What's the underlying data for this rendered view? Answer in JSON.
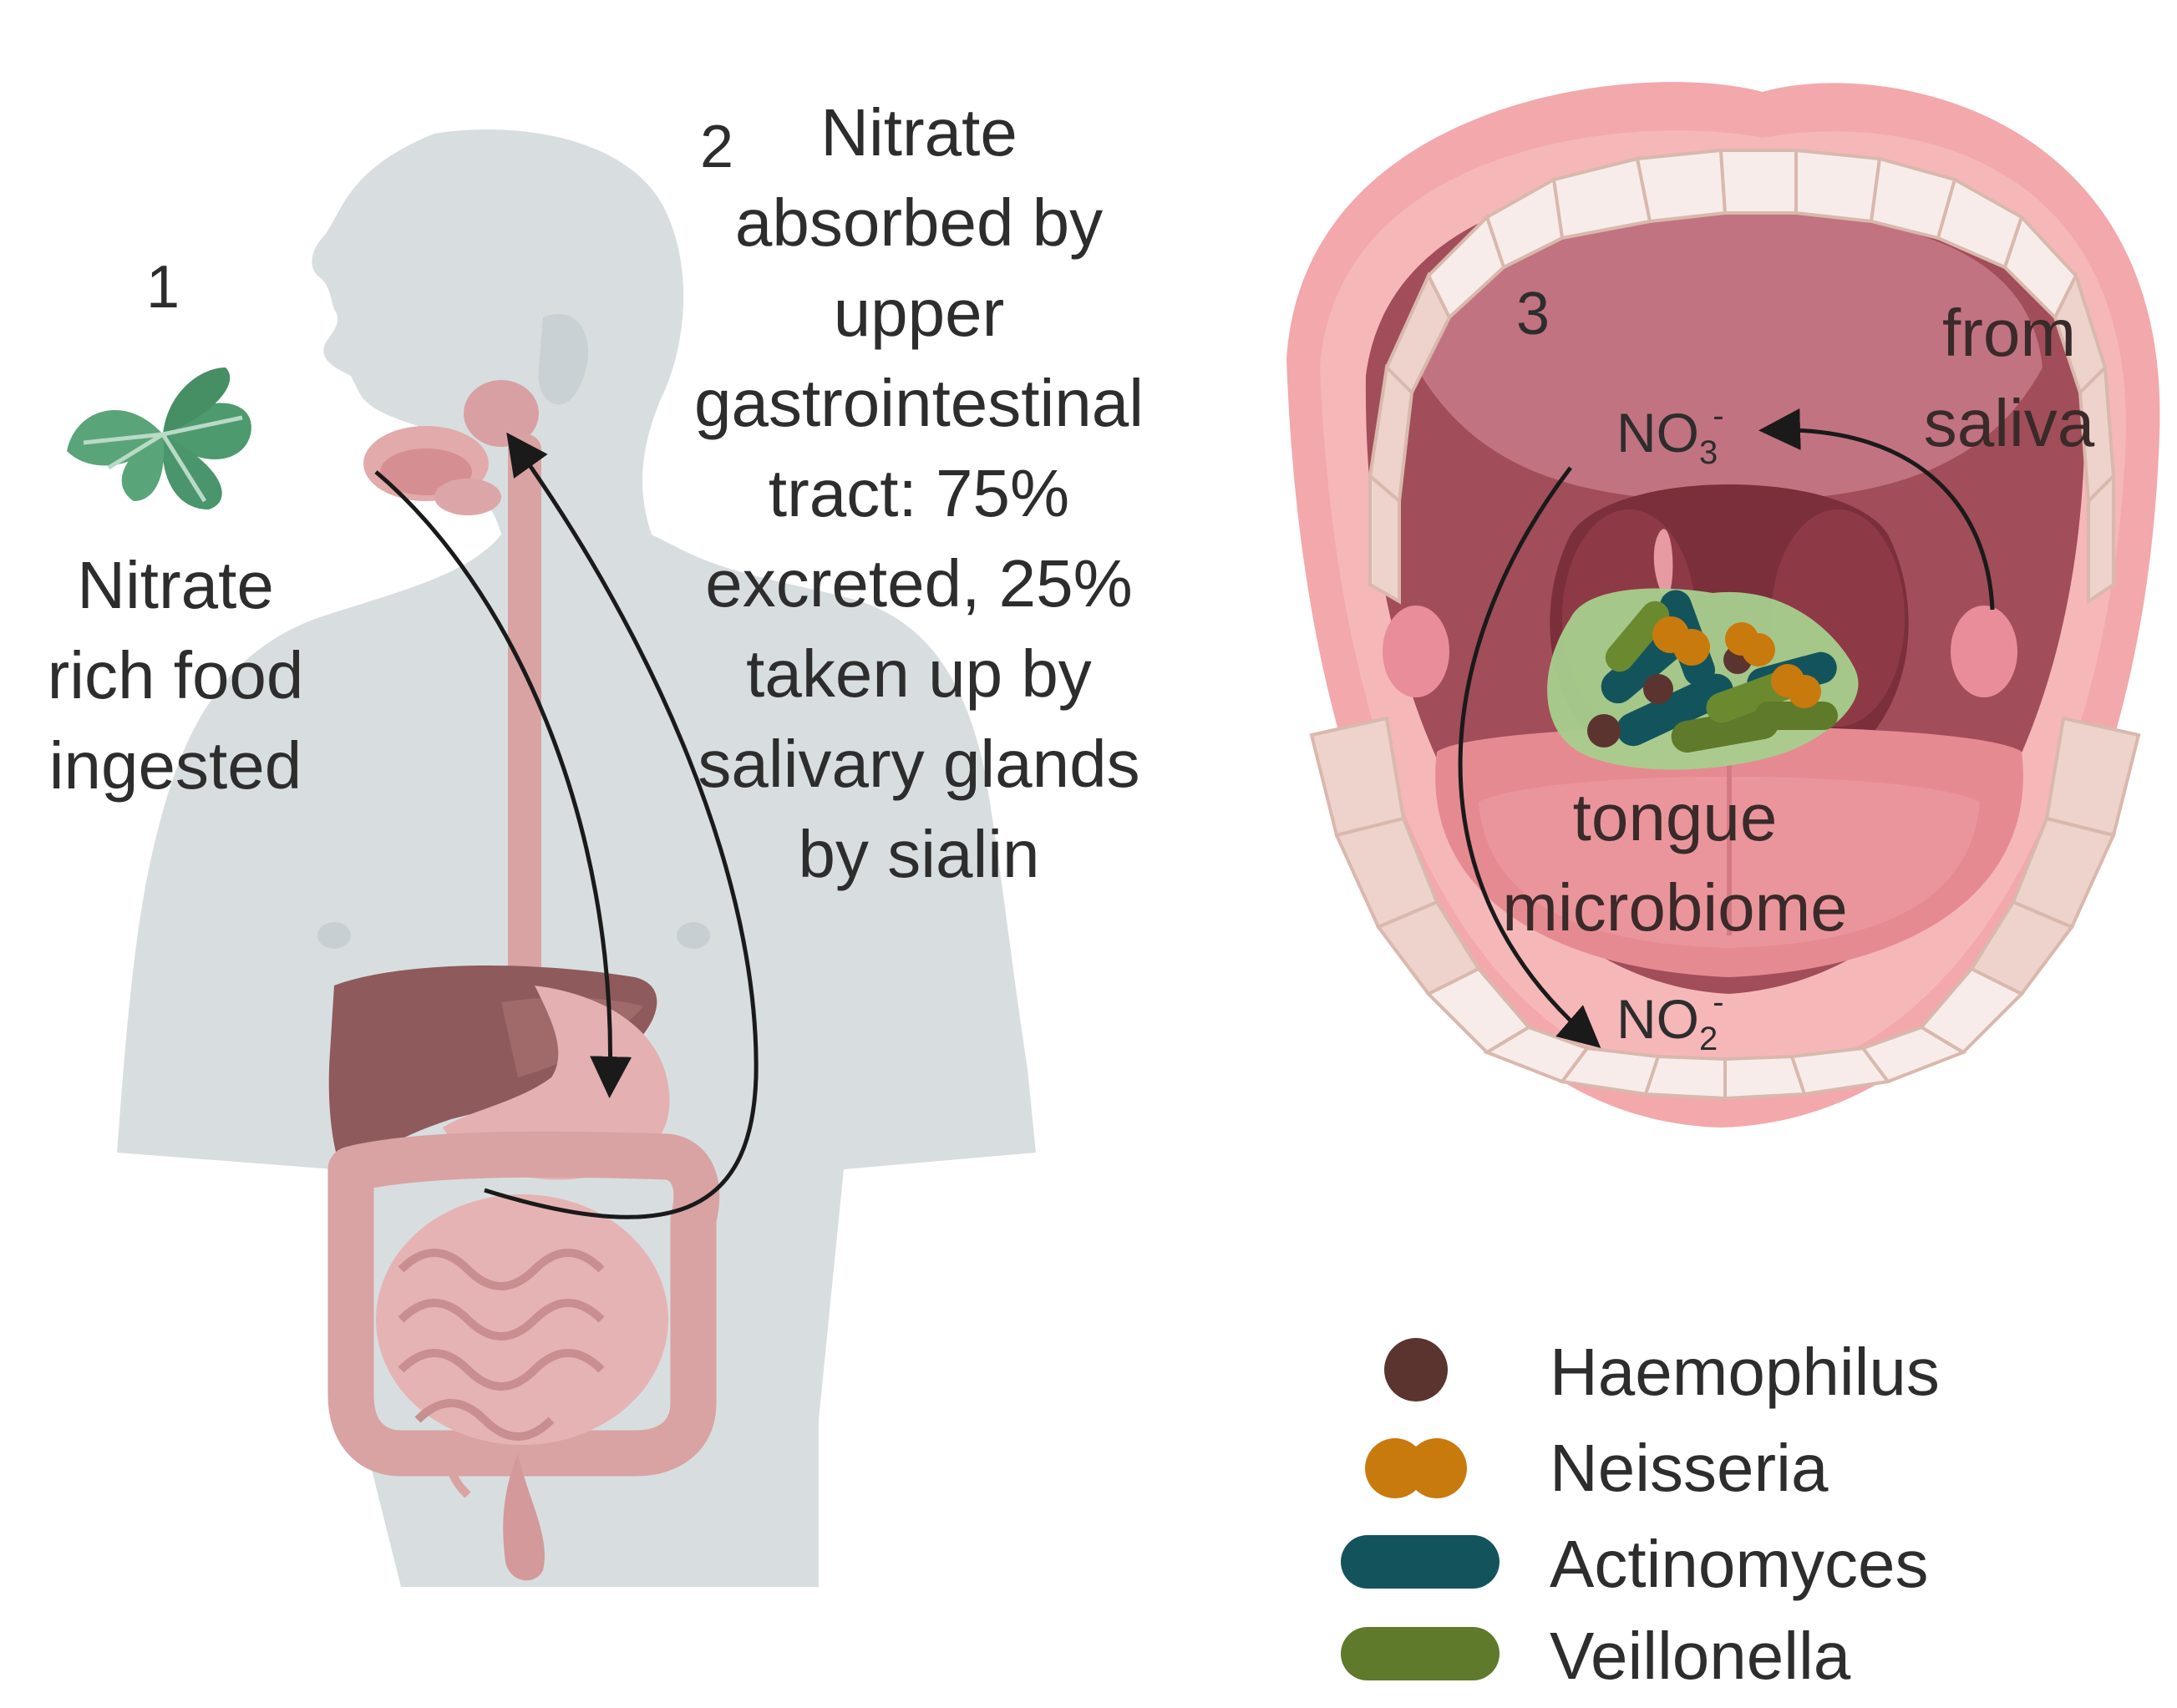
{
  "steps": {
    "step1": {
      "number": "1",
      "text_lines": [
        "Nitrate",
        "rich food",
        "ingested"
      ]
    },
    "step2": {
      "number": "2",
      "text_lines": [
        "Nitrate",
        "absorbed by",
        "upper",
        "gastrointestinal",
        "tract: 75%",
        "excreted, 25%",
        "taken up by",
        "salivary glands",
        "by sialin"
      ]
    },
    "step3": {
      "number": "3",
      "from_saliva_lines": [
        "from",
        "saliva"
      ],
      "nitrate": {
        "base": "NO",
        "sub": "3",
        "sup": "-"
      },
      "nitrite": {
        "base": "NO",
        "sub": "2",
        "sup": "-"
      },
      "tongue_label_lines": [
        "tongue",
        "microbiome"
      ]
    }
  },
  "legend": [
    {
      "label": "Haemophilus",
      "icon": "round-coccus-icon",
      "color": "#5b3430"
    },
    {
      "label": "Neisseria",
      "icon": "diplococcus-icon",
      "color": "#c97a0c"
    },
    {
      "label": "Actinomyces",
      "icon": "rod-icon",
      "color": "#13545c"
    },
    {
      "label": "Veillonella",
      "icon": "rod-icon",
      "color": "#5e7a2a"
    }
  ],
  "colors": {
    "body_silhouette": "#d8dee0",
    "organs": "#d9a3a3",
    "liver": "#8f5a5c",
    "lips": "#f3a8ab",
    "mouth_cavity": "#b85a66",
    "tongue": "#e68a92",
    "teeth": "#f7ecea",
    "leaf": "#4e9a6f",
    "arrow": "#1a1a1a"
  }
}
